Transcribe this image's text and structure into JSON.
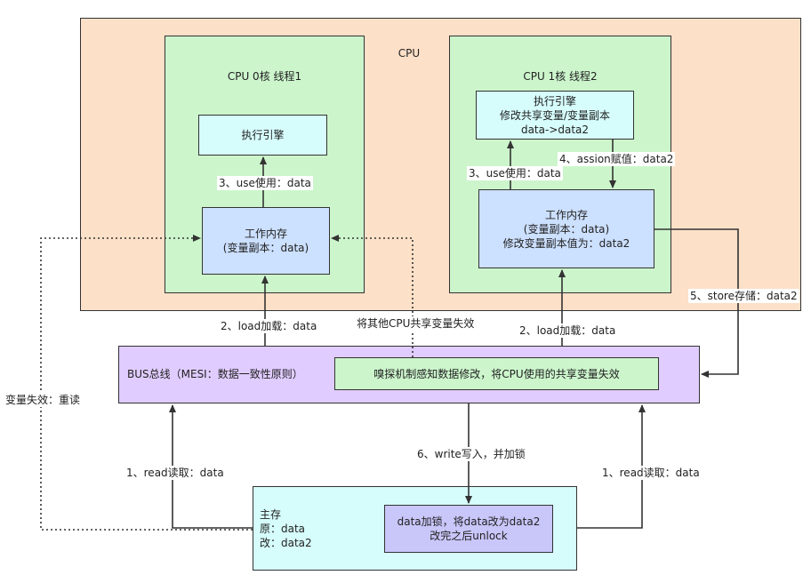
{
  "cpu": {
    "title": "CPU"
  },
  "core0": {
    "title": "CPU 0核  线程1",
    "engine": "执行引擎",
    "memory_lines": [
      "工作内存",
      "(变量副本：data)"
    ],
    "use_label": "3、use使用：data",
    "load_label": "2、load加载：data"
  },
  "core1": {
    "title": "CPU 1核  线程2",
    "engine_lines": [
      "执行引擎",
      "修改共享变量/变量副本",
      "data->data2"
    ],
    "memory_lines": [
      "工作内存",
      "(变量副本：data)",
      "修改变量副本值为：data2"
    ],
    "use_label": "3、use使用：data",
    "assign_label": "4、assion赋值：data2",
    "load_label": "2、load加载：data",
    "store_label": "5、store存储：data2"
  },
  "bus": {
    "title": "BUS总线（MESI：数据一致性原则）",
    "sniff": "嗅探机制感知数据修改，将CPU使用的共享变量失效",
    "invalidate_label": "将其他CPU共享变量失效"
  },
  "memory": {
    "title_lines": [
      "主存",
      "原：data",
      "改：data2"
    ],
    "lock_lines": [
      "data加锁，将data改为data2",
      "改完之后unlock"
    ],
    "read_left": "1、read读取：data",
    "read_right": "1、read读取：data",
    "write_label": "6、write写入，并加锁"
  },
  "side": {
    "invalid_reread": "变量失效：重读"
  }
}
